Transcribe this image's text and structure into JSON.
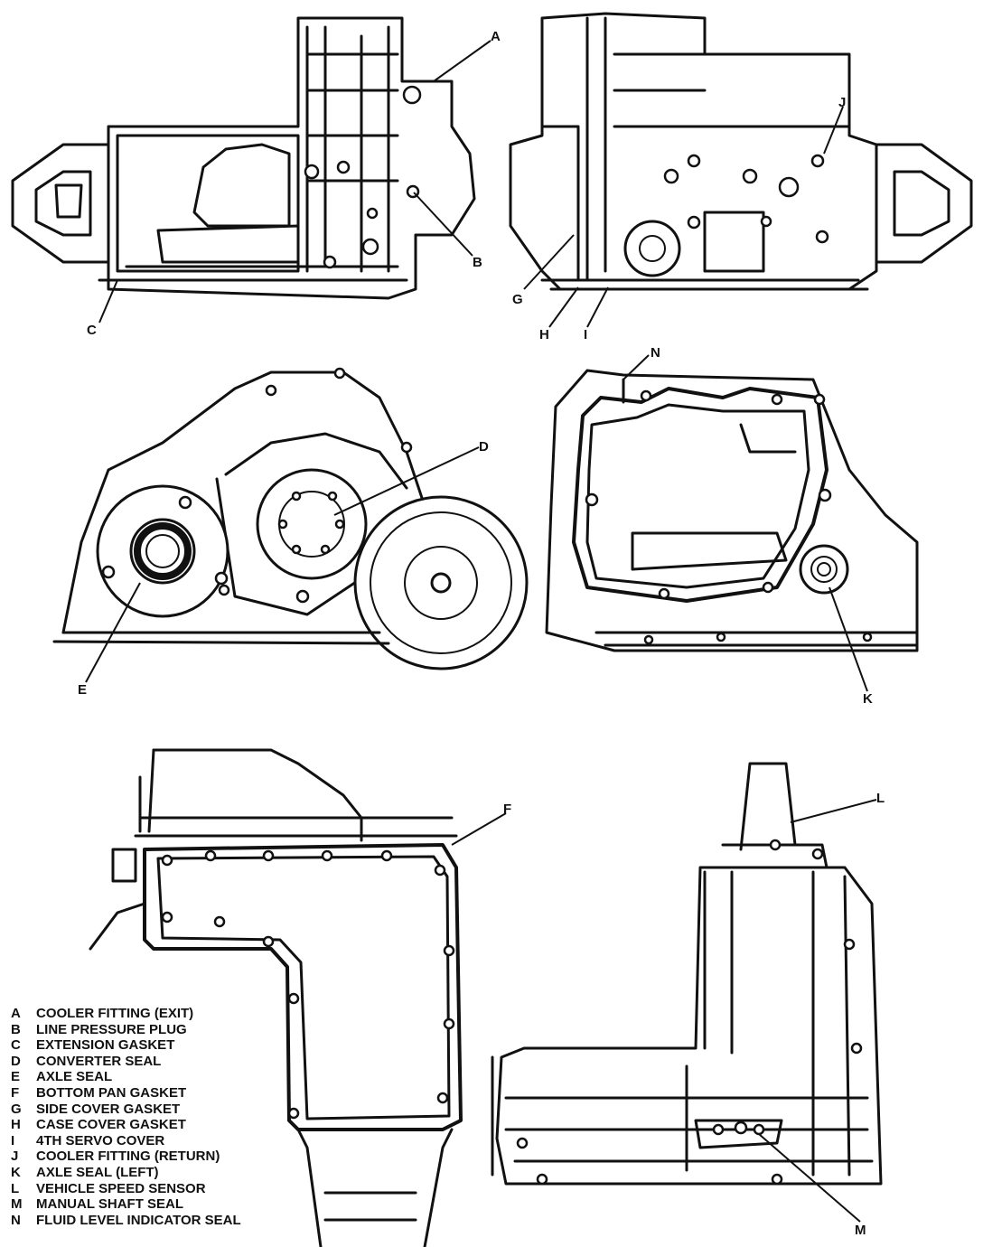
{
  "callouts": {
    "A": "A",
    "B": "B",
    "C": "C",
    "D": "D",
    "E": "E",
    "F": "F",
    "G": "G",
    "H": "H",
    "I": "I",
    "J": "J",
    "K": "K",
    "L": "L",
    "M": "M",
    "N": "N"
  },
  "legend": [
    {
      "key": "A",
      "label": "COOLER FITTING (EXIT)"
    },
    {
      "key": "B",
      "label": "LINE PRESSURE PLUG"
    },
    {
      "key": "C",
      "label": "EXTENSION GASKET"
    },
    {
      "key": "D",
      "label": "CONVERTER SEAL"
    },
    {
      "key": "E",
      "label": "AXLE SEAL"
    },
    {
      "key": "F",
      "label": "BOTTOM PAN GASKET"
    },
    {
      "key": "G",
      "label": "SIDE COVER GASKET"
    },
    {
      "key": "H",
      "label": "CASE COVER GASKET"
    },
    {
      "key": "I",
      "label": "4TH SERVO COVER"
    },
    {
      "key": "J",
      "label": "COOLER FITTING (RETURN)"
    },
    {
      "key": "K",
      "label": "AXLE SEAL (LEFT)"
    },
    {
      "key": "L",
      "label": "VEHICLE SPEED SENSOR"
    },
    {
      "key": "M",
      "label": "MANUAL SHAFT SEAL"
    },
    {
      "key": "N",
      "label": "FLUID LEVEL INDICATOR SEAL"
    }
  ]
}
